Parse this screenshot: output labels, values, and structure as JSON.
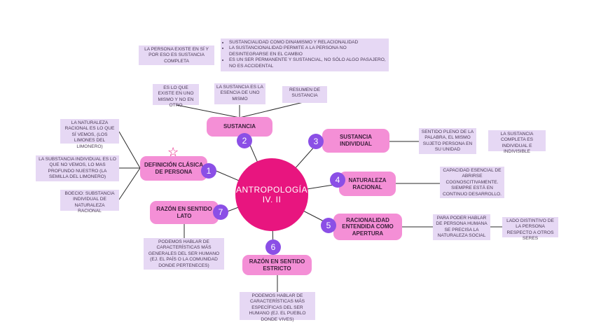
{
  "center": {
    "title": "ANTROPOLOGÍA",
    "subtitle": "IV. II"
  },
  "nodes": {
    "sustancia": "SUSTANCIA",
    "sustancia_individual": "SUSTANCIA INDIVIDUAL",
    "naturaleza_racional": "NATURALEZA RACIONAL",
    "racionalidad": "RACIONALIDAD ENTENDIDA COMO APERTURA",
    "sentido_estricto": "RAZÓN EN SENTIDO ESTRICTO",
    "sentido_lato": "RAZÓN EN SENTIDO LATO",
    "definicion": "DEFINICIÓN CLÁSICA DE PERSONA"
  },
  "numbers": [
    "1",
    "2",
    "3",
    "4",
    "5",
    "6",
    "7"
  ],
  "notes": {
    "persona_existe": "LA PERSONA EXISTE EN SÍ Y POR ESO ES SUSTANCIA COMPLETA",
    "bullets": [
      "SUSTANCIALIDAD COMO DINAMISMO Y RELACIONALIDAD",
      "LA SUSTANCIONALIDAD PERMITE A LA PERSONA NO DESINTEGRARSE EN EL CAMBIO",
      "ES UN SER PERMANENTE Y SUSTANCIAL, NO SÓLO ALGO PASAJERO, NO ES ACCIDENTAL"
    ],
    "existe_mismo": "ES LO QUE EXISTE EN UNO MISMO Y NO EN OTRO",
    "esencia": "LA SUSTANCIA ES LA ESENCIA DE UNO MISMO",
    "resumen": "RESUMEN DE SUSTANCIA",
    "limones": "LA NATURALEZA RACIONAL ES LO QUE SÍ VEMOS, (LOS LIMONES DEL LIMONERO)",
    "semilla": "LA SUBSTANCIA INDIVIDUAL ES LO QUE NO VEMOS, LO MAS PROFUNDO NUESTRO (LA SEMILLA DEL LIMONERO)",
    "boecio": "BOECIO: SUBSTANCIA INDIVIDUAL DE NATURALEZA RACIONAL",
    "sentido_pleno": "SENTIDO PLENO DE LA PALABRA, EL MISMO SUJETO PERSONA EN SU UNIDAD",
    "completa": "LA SUSTANCIA COMPLETA ES INDIVIDUAL E INDIVISIBLE",
    "capacidad": "CAPACIDAD ESENCIAL DE ABRIRSE COGNOSCITIVAMENTE. SIEMPRE ESTÁ EN CONTINUO DESARROLLO.",
    "para_poder": "PARA PODER HABLAR DE PERSONA HUMANA SE PRECISA LA NATURALEZA SOCIAL",
    "lado": "LADO DISTINTIVO DE LA PERSONA RESPECTO A OTROS SERES",
    "lato_nota": "PODEMOS HABLAR DE CARACTERÍSTICAS MÁS GENERALES DEL SER HUMANO (EJ. EL PAÍS O LA COMUNIDAD DONDE PERTENECES)",
    "estricto_nota": "PODEMOS HABLAR DE CARACTERÍSTICAS MÁS ESPECÍFICAS DEL SER HUMANO (EJ. EL PUEBLO DONDE VIVES)"
  },
  "colors": {
    "center": "#e8157f",
    "pill": "#f48fd6",
    "number": "#8b4fe6",
    "note": "#e6d8f4",
    "line": "#2a2a2a"
  }
}
